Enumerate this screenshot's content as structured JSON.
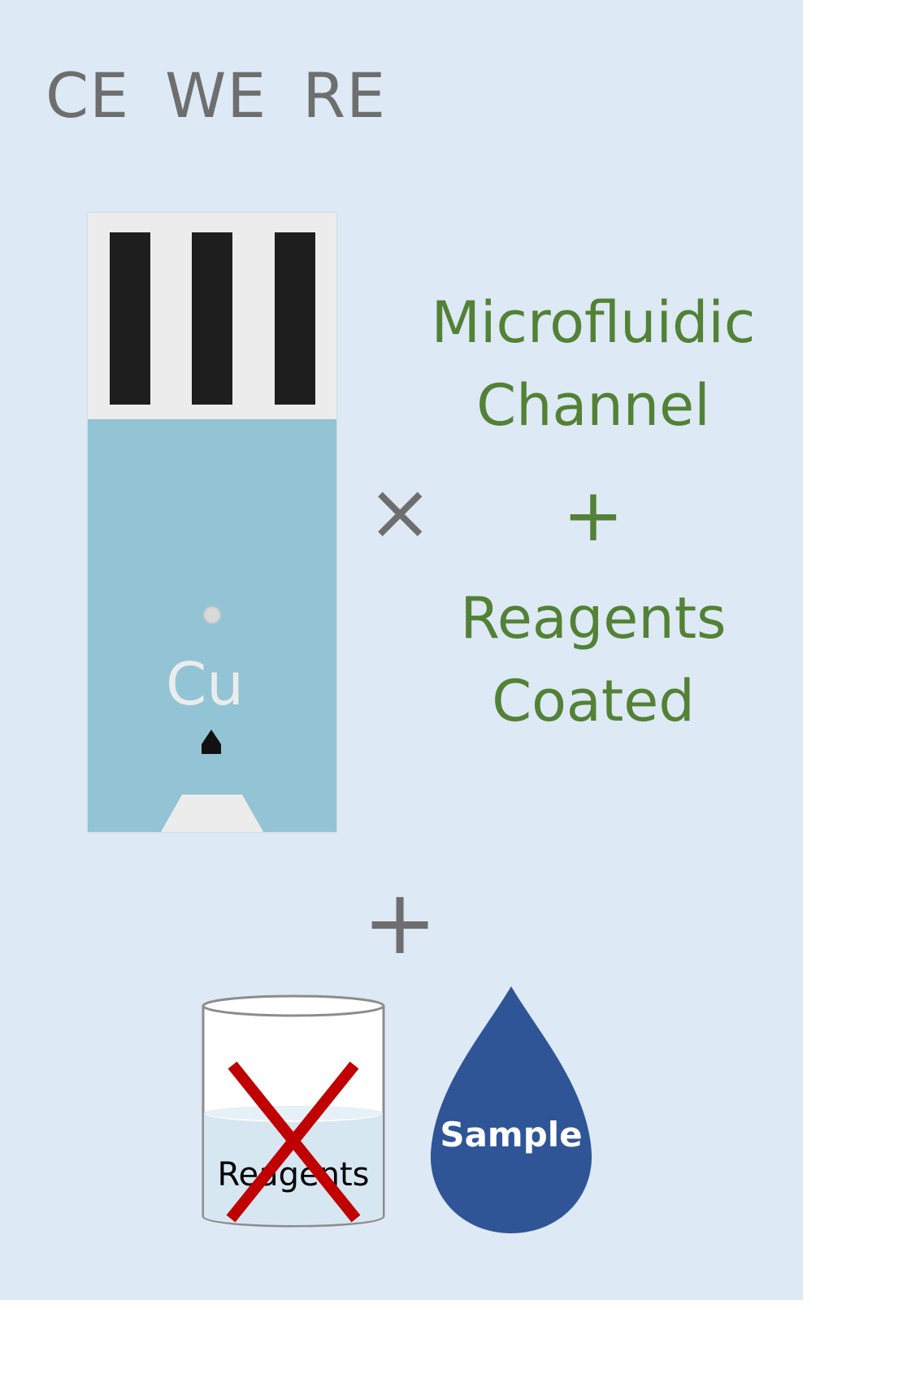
{
  "electrodes": {
    "labels": [
      "CE",
      "WE",
      "RE"
    ]
  },
  "strip": {
    "label": "Cu",
    "body_color": "#92c4d5",
    "top_color": "#ececec",
    "electrode_color": "#1e1e1e"
  },
  "operators": {
    "times": "×",
    "plus_top": "+",
    "plus_bottom": "+"
  },
  "features": {
    "line1": "Microfluidic",
    "line2": "Channel",
    "line3": "Reagents",
    "line4": "Coated",
    "color": "#538135"
  },
  "reagent_container": {
    "label": "Reagents",
    "crossed_out": true,
    "cross_color": "#c00000"
  },
  "sample_drop": {
    "label": "Sample",
    "color": "#2f5597"
  },
  "colors": {
    "background": "#dde9f5",
    "operator": "#6e6e6e"
  }
}
